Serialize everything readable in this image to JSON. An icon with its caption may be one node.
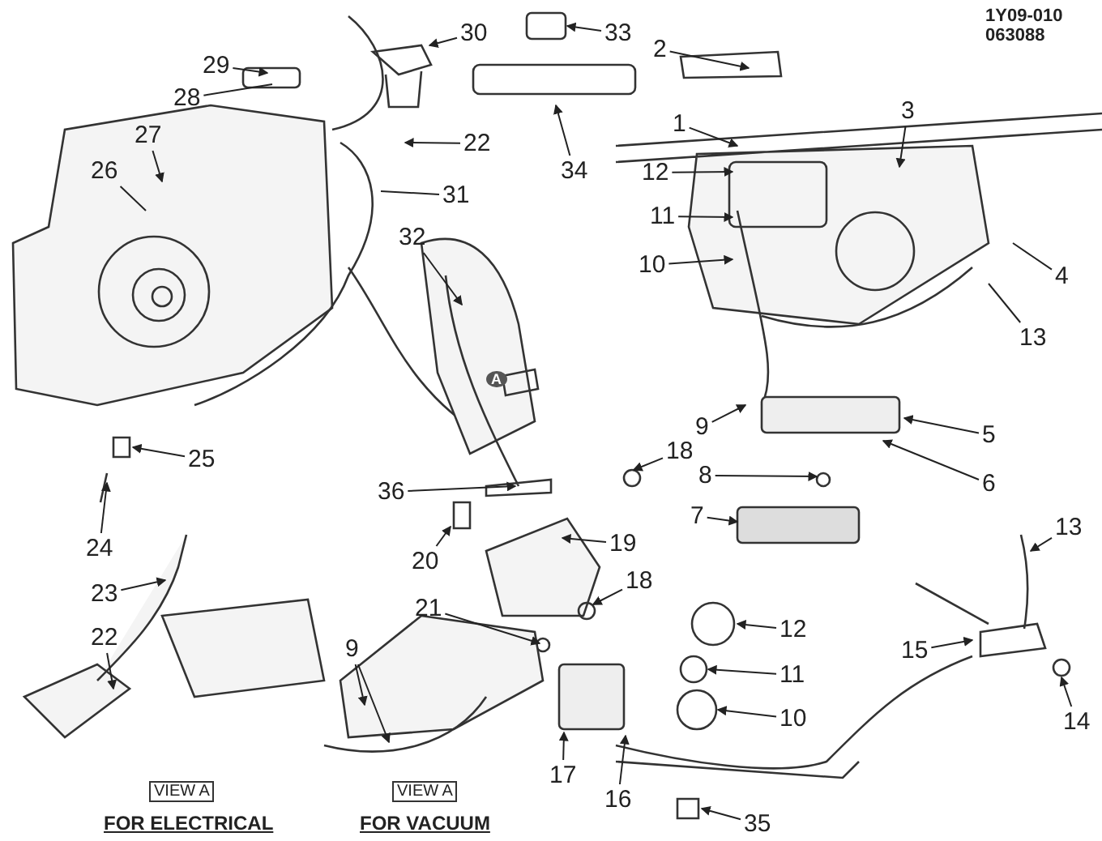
{
  "diagram": {
    "nodes": [
      {
        "text": [
          "29"
        ]
      },
      {
        "text": [
          "30"
        ]
      },
      {
        "text": [
          "33"
        ]
      },
      {
        "text": [
          "2"
        ]
      },
      {
        "text": [
          "28"
        ]
      },
      {
        "text": [
          "22"
        ]
      },
      {
        "text": [
          "27"
        ]
      },
      {
        "text": [
          "1"
        ]
      },
      {
        "text": [
          "3"
        ]
      },
      {
        "text": [
          "34"
        ]
      },
      {
        "text": [
          "26"
        ]
      },
      {
        "text": [
          "12"
        ]
      },
      {
        "text": [
          "31"
        ]
      },
      {
        "text": [
          "11"
        ]
      },
      {
        "text": [
          "32"
        ]
      },
      {
        "text": [
          "10"
        ]
      },
      {
        "text": [
          "4"
        ]
      },
      {
        "text": [
          "13"
        ]
      },
      {
        "text": [
          "25"
        ]
      },
      {
        "text": [
          "9"
        ]
      },
      {
        "text": [
          "5"
        ]
      },
      {
        "text": [
          "6"
        ]
      },
      {
        "text": [
          "36"
        ]
      },
      {
        "text": [
          "18"
        ]
      },
      {
        "text": [
          "8"
        ]
      },
      {
        "text": [
          "24"
        ]
      },
      {
        "text": [
          "20"
        ]
      },
      {
        "text": [
          "19"
        ]
      },
      {
        "text": [
          "7"
        ]
      },
      {
        "text": [
          "13"
        ]
      },
      {
        "text": [
          "23"
        ]
      },
      {
        "text": [
          "18"
        ]
      },
      {
        "text": [
          "21"
        ]
      },
      {
        "text": [
          "12"
        ]
      },
      {
        "text": [
          "22"
        ]
      },
      {
        "text": [
          "9"
        ]
      },
      {
        "text": [
          "15"
        ]
      },
      {
        "text": [
          "11"
        ]
      },
      {
        "text": [
          "14"
        ]
      },
      {
        "text": [
          "10"
        ]
      },
      {
        "text": [
          "17"
        ]
      },
      {
        "text": [
          "16"
        ]
      },
      {
        "text": [
          "35"
        ]
      }
    ],
    "edges": [
      {
        "from": 0,
        "to": null,
        "arrow": "to"
      },
      {
        "from": 1,
        "to": null,
        "arrow": "to"
      },
      {
        "from": 2,
        "to": null,
        "arrow": "to"
      },
      {
        "from": 3,
        "to": null,
        "arrow": "to"
      },
      {
        "from": 4,
        "to": null,
        "arrow": "none"
      },
      {
        "from": 5,
        "to": null,
        "arrow": "to"
      },
      {
        "from": 6,
        "to": null,
        "arrow": "to"
      },
      {
        "from": 7,
        "to": null,
        "arrow": "to"
      },
      {
        "from": 8,
        "to": null,
        "arrow": "to"
      },
      {
        "from": 9,
        "to": null,
        "arrow": "to"
      },
      {
        "from": 10,
        "to": null,
        "arrow": "none"
      },
      {
        "from": 11,
        "to": null,
        "arrow": "to"
      },
      {
        "from": 12,
        "to": null,
        "arrow": "none"
      },
      {
        "from": 13,
        "to": null,
        "arrow": "to"
      },
      {
        "from": 14,
        "to": null,
        "arrow": "to"
      },
      {
        "from": 15,
        "to": null,
        "arrow": "to"
      },
      {
        "from": 16,
        "to": null,
        "arrow": "none"
      },
      {
        "from": 17,
        "to": null,
        "arrow": "none"
      },
      {
        "from": 18,
        "to": null,
        "arrow": "to"
      },
      {
        "from": 19,
        "to": null,
        "arrow": "to"
      },
      {
        "from": 20,
        "to": null,
        "arrow": "to"
      },
      {
        "from": 21,
        "to": null,
        "arrow": "to"
      },
      {
        "from": 22,
        "to": null,
        "arrow": "to"
      },
      {
        "from": 23,
        "to": null,
        "arrow": "to"
      },
      {
        "from": 24,
        "to": null,
        "arrow": "to"
      },
      {
        "from": 25,
        "to": null,
        "arrow": "to"
      },
      {
        "from": 26,
        "to": null,
        "arrow": "to"
      },
      {
        "from": 27,
        "to": null,
        "arrow": "to"
      },
      {
        "from": 28,
        "to": null,
        "arrow": "to"
      },
      {
        "from": 29,
        "to": null,
        "arrow": "to"
      },
      {
        "from": 30,
        "to": null,
        "arrow": "to"
      },
      {
        "from": 31,
        "to": null,
        "arrow": "to"
      },
      {
        "from": 32,
        "to": null,
        "arrow": "to"
      },
      {
        "from": 33,
        "to": null,
        "arrow": "to"
      },
      {
        "from": 34,
        "to": null,
        "arrow": "to"
      },
      {
        "from": 35,
        "to": null,
        "arrow": "to"
      },
      {
        "from": 35,
        "to": null,
        "arrow": "to"
      },
      {
        "from": 36,
        "to": null,
        "arrow": "to"
      },
      {
        "from": 37,
        "to": null,
        "arrow": "to"
      },
      {
        "from": 38,
        "to": null,
        "arrow": "to"
      },
      {
        "from": 39,
        "to": null,
        "arrow": "to"
      },
      {
        "from": 40,
        "to": null,
        "arrow": "to"
      },
      {
        "from": 41,
        "to": null,
        "arrow": "to"
      },
      {
        "from": 42,
        "to": null,
        "arrow": "to"
      }
    ],
    "labels": [
      "1Y09-010",
      "063088",
      "A",
      "VIEW A",
      "VIEW A",
      "FOR ELECTRICAL",
      "FOR VACUUM"
    ]
  }
}
